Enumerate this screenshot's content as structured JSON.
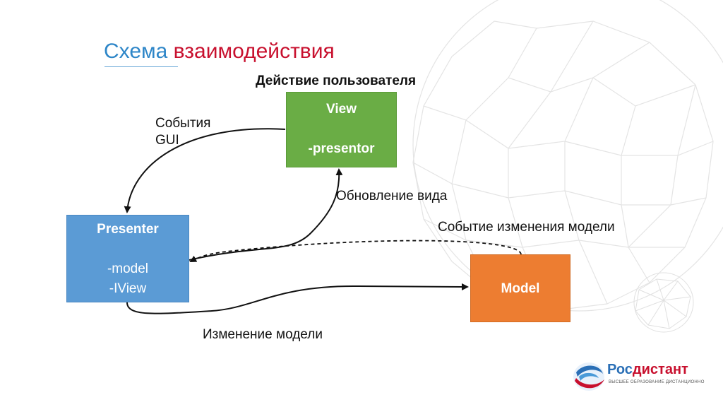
{
  "title": {
    "part1": "Схема ",
    "part2": "взаимодействия"
  },
  "heading": "Действие пользователя",
  "view_box": {
    "title": "View",
    "field": "-presentor"
  },
  "presenter_box": {
    "title": "Presenter",
    "fields": [
      "-model",
      "-IView"
    ]
  },
  "model_box": {
    "title": "Model"
  },
  "labels": {
    "gui_events_line1": "События",
    "gui_events_line2": "GUI",
    "view_update": "Обновление вида",
    "model_change_event": "Событие изменения модели",
    "model_change": "Изменение модели"
  },
  "logo": {
    "name_part1": "Рос",
    "name_part2": "дистант",
    "tagline": "ВЫСШЕЕ ОБРАЗОВАНИЕ ДИСТАНЦИОННО"
  },
  "colors": {
    "view": "#6aad45",
    "presenter": "#5b9bd5",
    "model": "#ed7d31",
    "title_blue": "#2e86c8",
    "title_red": "#c8102e"
  }
}
